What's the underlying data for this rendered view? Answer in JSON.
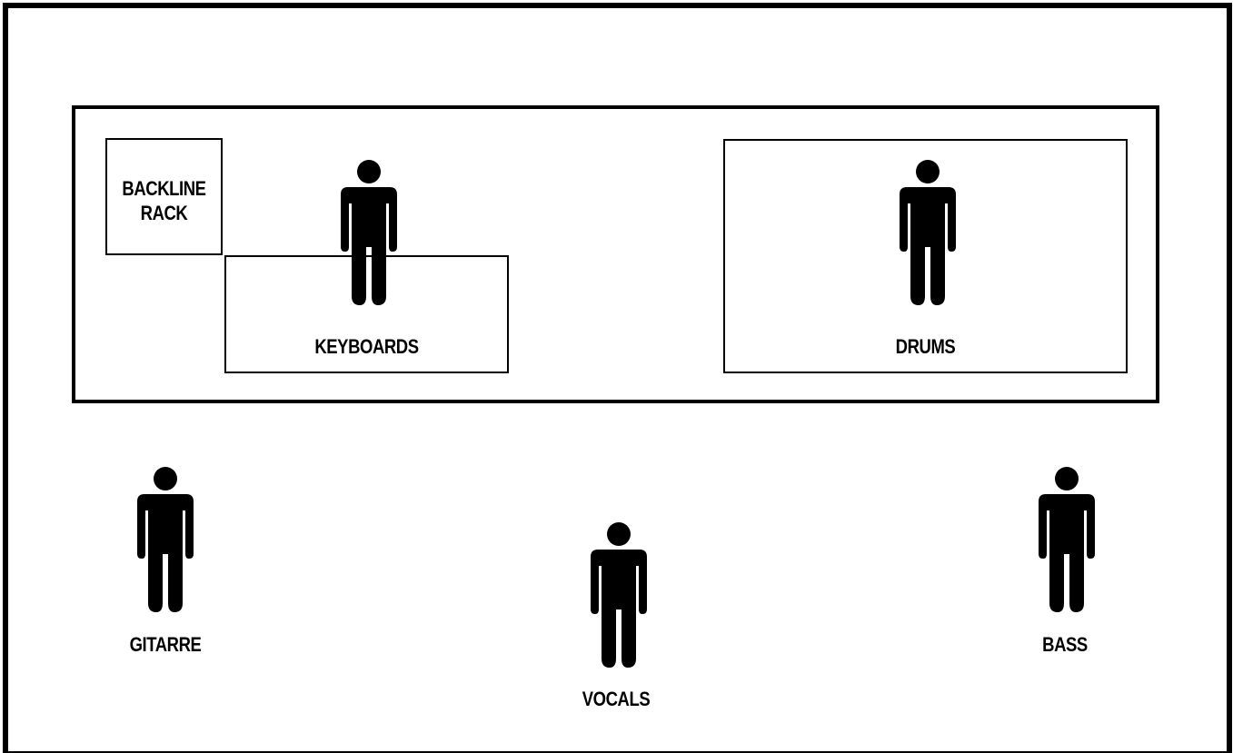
{
  "stage_plot": {
    "backline_rack": {
      "line1": "BACKLINE",
      "line2": "RACK"
    },
    "keyboards": {
      "label": "KEYBOARDS"
    },
    "drums": {
      "label": "DRUMS"
    },
    "gitarre": {
      "label": "GITARRE"
    },
    "vocals": {
      "label": "VOCALS"
    },
    "bass": {
      "label": "BASS"
    }
  },
  "icons": {
    "performer": "person-icon"
  },
  "colors": {
    "ink": "#000000",
    "background": "#ffffff"
  }
}
